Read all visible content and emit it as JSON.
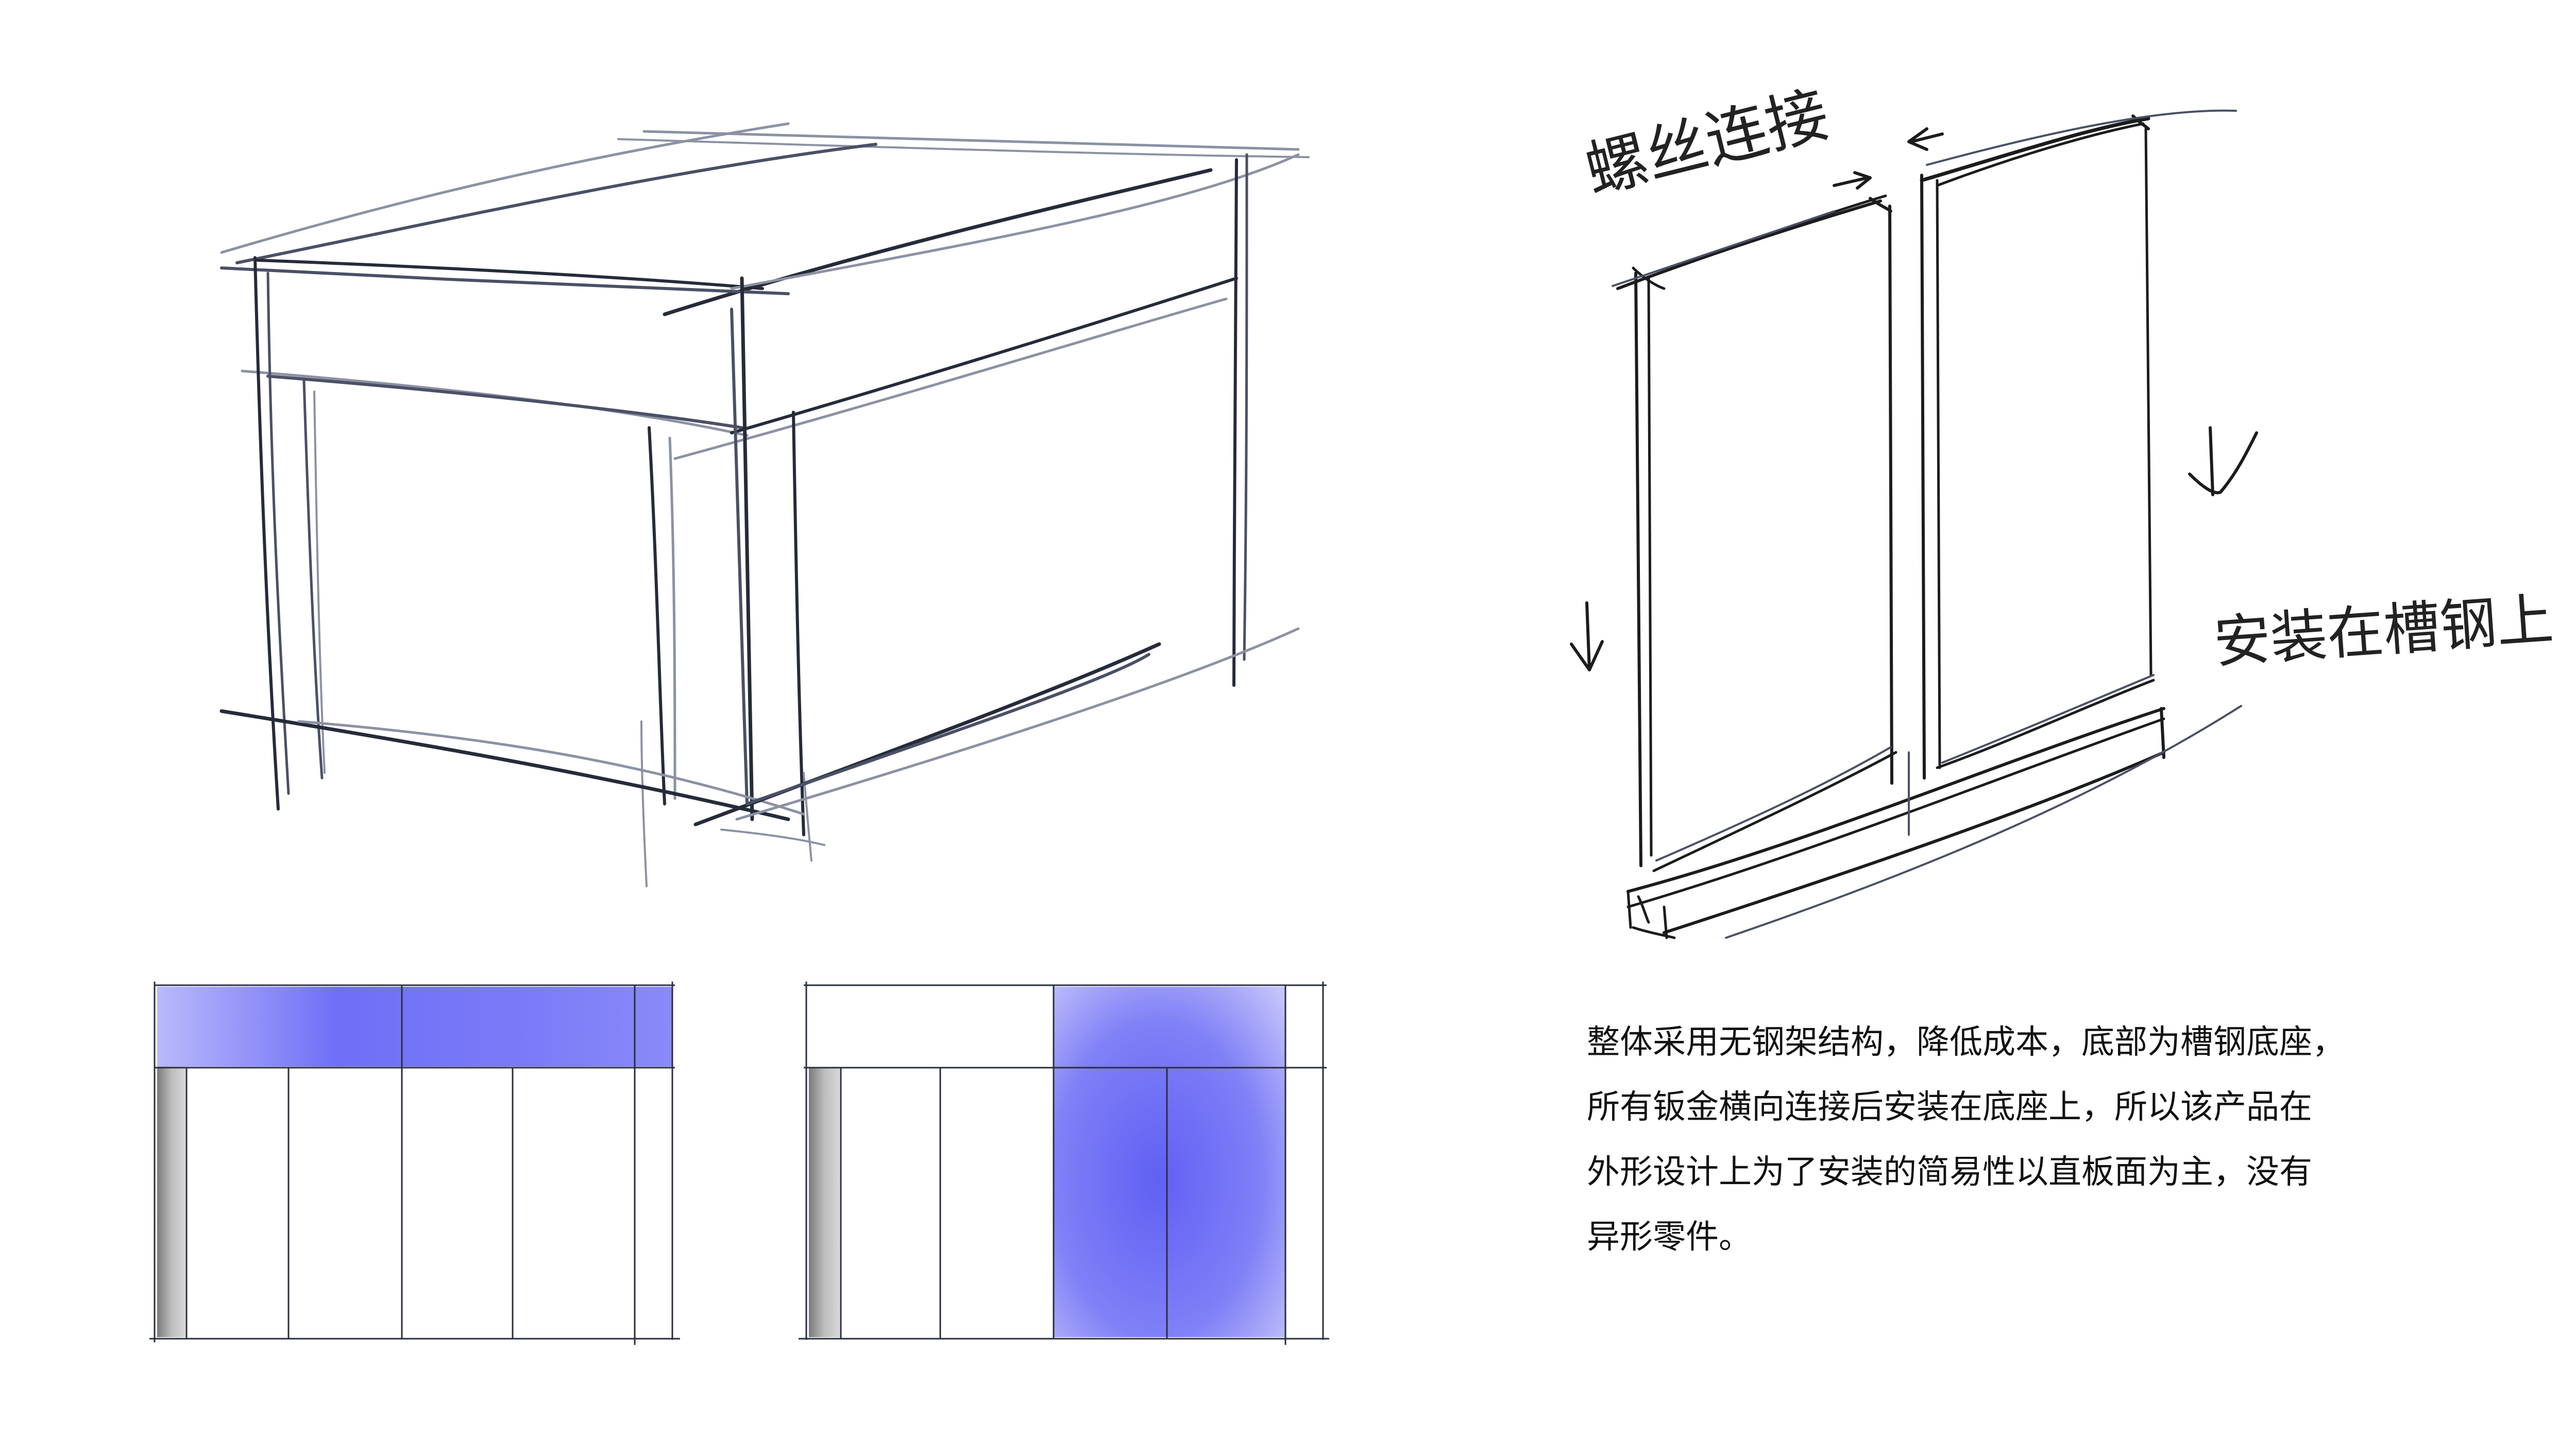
{
  "annotations": {
    "screw_connection": "螺丝连接",
    "install_on_channel_steel": "安装在槽钢上"
  },
  "description": {
    "lines": [
      "整体采用无钢架结构，降低成本，底部为槽钢底座，",
      "所有钣金横向连接后安装在底座上，所以该产品在",
      "外形设计上为了安装的简易性以直板面为主，没有",
      "异形零件。"
    ]
  },
  "colors": {
    "highlight": "#6f6ff7",
    "line": "#2a2f3f",
    "side_shade": "#9a9a9a"
  }
}
